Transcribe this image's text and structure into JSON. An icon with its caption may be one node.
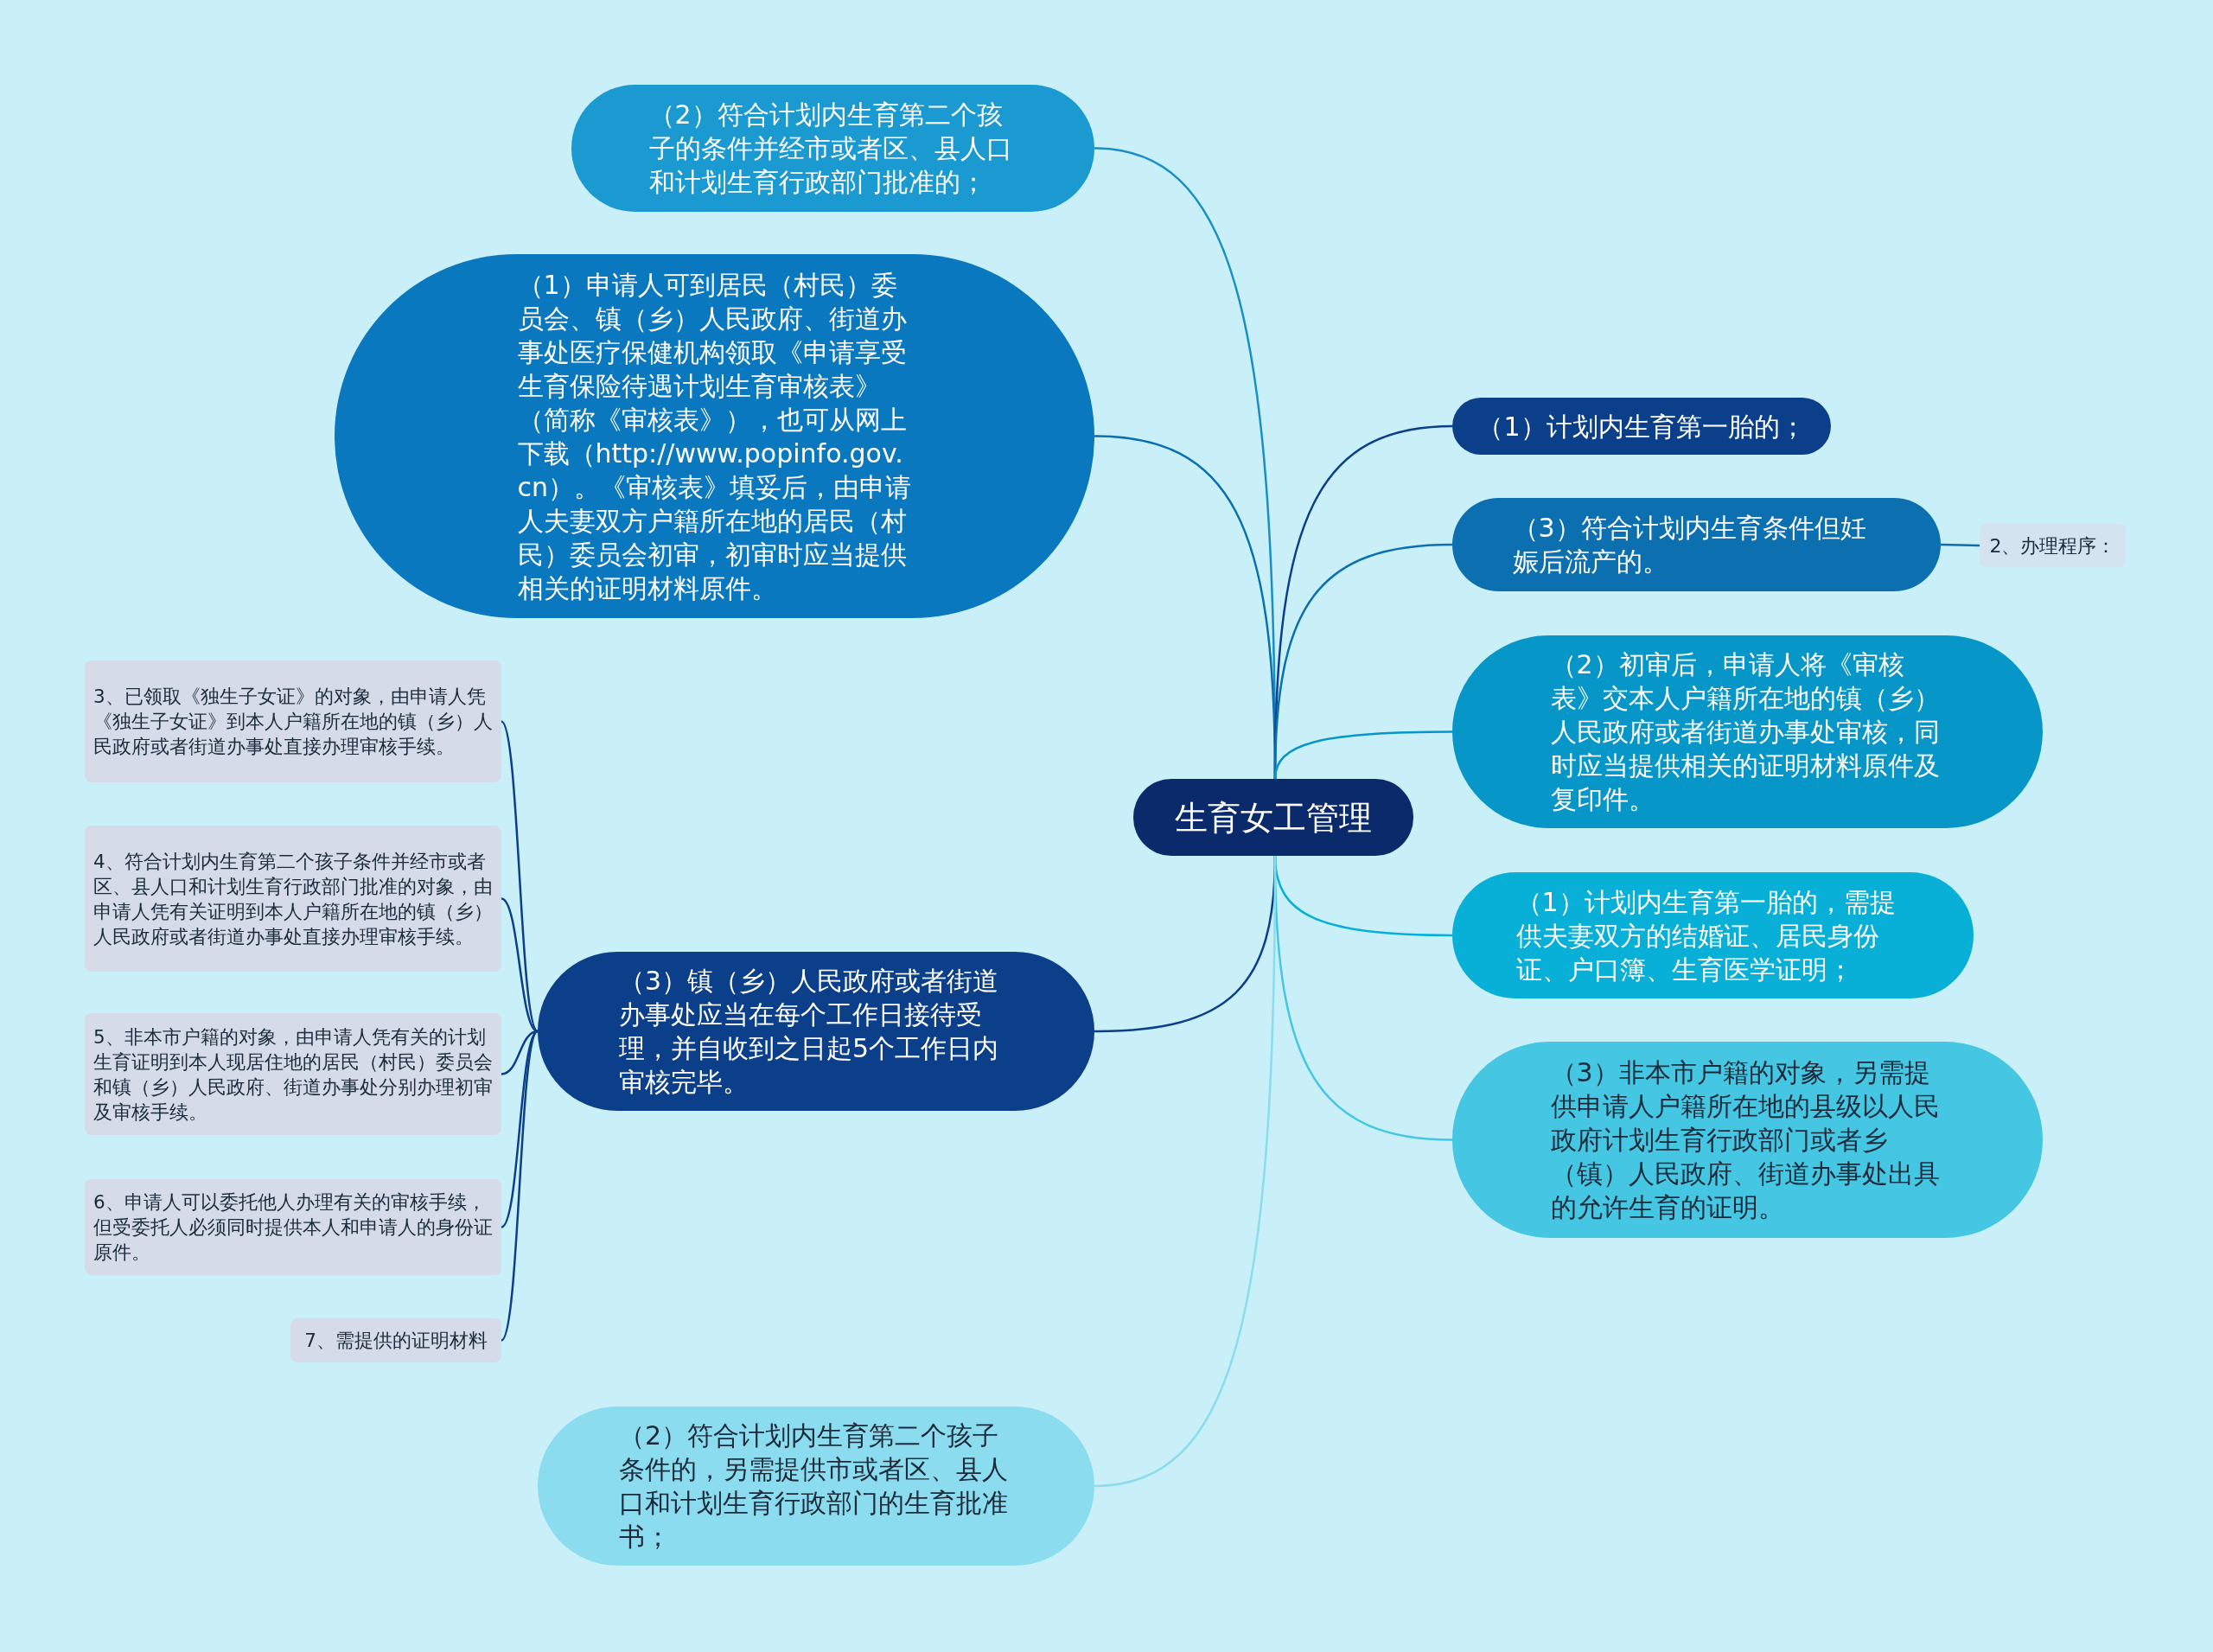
{
  "diagram": {
    "nodes": [
      {
        "text": [
          "生育女工管理"
        ]
      },
      {
        "text": [
          "（2）符合计划内生育第二个孩子的条件并经市或者区、县人口和计划生育行政部门批准的；"
        ]
      },
      {
        "text": [
          "（1）申请人可到居民（村民）委员会、镇（乡）人民政府、街道办事处医疗保健机构领取《申请享受生育保险待遇计划生育审核表》（简称《审核表》），也可从网上下载（http://www.popinfo.gov.cn）。《审核表》填妥后，由申请人夫妻双方户籍所在地的居民（村民）委员会初审，初审时应当提供相关的证明材料原件。"
        ]
      },
      {
        "text": [
          "（1）计划内生育第一胎的；"
        ]
      },
      {
        "text": [
          "（3）符合计划内生育条件但妊娠后流产的。"
        ]
      },
      {
        "text": [
          "2、办理程序："
        ]
      },
      {
        "text": [
          "（2）初审后，申请人将《审核表》交本人户籍所在地的镇（乡）人民政府或者街道办事处审核，同时应当提供相关的证明材料原件及复印件。"
        ]
      },
      {
        "text": [
          "（1）计划内生育第一胎的，需提供夫妻双方的结婚证、居民身份证、户口簿、生育医学证明；"
        ]
      },
      {
        "text": [
          "（3）非本市户籍的对象，另需提供申请人户籍所在地的县级以人民政府计划生育行政部门或者乡（镇）人民政府、街道办事处出具的允许生育的证明。"
        ]
      },
      {
        "text": [
          "（3）镇（乡）人民政府或者街道办事处应当在每个工作日接待受理，并自收到之日起5个工作日内审核完毕。"
        ]
      },
      {
        "text": [
          "3、已领取《独生子女证》的对象，由申请人凭《独生子女证》到本人户籍所在地的镇（乡）人民政府或者街道办事处直接办理审核手续。"
        ]
      },
      {
        "text": [
          "4、符合计划内生育第二个孩子条件并经市或者区、县人口和计划生育行政部门批准的对象，由申请人凭有关证明到本人户籍所在地的镇（乡）人民政府或者街道办事处直接办理审核手续。"
        ]
      },
      {
        "text": [
          "5、非本市户籍的对象，由申请人凭有关的计划生育证明到本人现居住地的居民（村民）委员会和镇（乡）人民政府、街道办事处分别办理初审及审核手续。"
        ]
      },
      {
        "text": [
          "6、申请人可以委托他人办理有关的审核手续，但受委托人必须同时提供本人和申请人的身份证原件。"
        ]
      },
      {
        "text": [
          "7、需提供的证明材料"
        ]
      },
      {
        "text": [
          "（2）符合计划内生育第二个孩子条件的，另需提供市或者区、县人口和计划生育行政部门的生育批准书；"
        ]
      }
    ],
    "edges": [
      {
        "from": 0,
        "to": 1,
        "arrow": "none",
        "color": "#1a8fc4"
      },
      {
        "from": 0,
        "to": 2,
        "arrow": "none",
        "color": "#0a6fae"
      },
      {
        "from": 0,
        "to": 3,
        "arrow": "none"
      },
      {
        "from": 0,
        "to": 4,
        "arrow": "none",
        "color": "#0b6fb0"
      },
      {
        "from": 4,
        "to": 5,
        "arrow": "none",
        "color": "#0b6fb0"
      },
      {
        "from": 0,
        "to": 6,
        "arrow": "none",
        "color": "#0796c8"
      },
      {
        "from": 0,
        "to": 7,
        "arrow": "none",
        "color": "#08b0d8"
      },
      {
        "from": 0,
        "to": 8,
        "arrow": "none",
        "color": "#45c6e2"
      },
      {
        "from": 0,
        "to": 9,
        "arrow": "none"
      },
      {
        "from": 9,
        "to": 10,
        "arrow": "none"
      },
      {
        "from": 9,
        "to": 11,
        "arrow": "none"
      },
      {
        "from": 9,
        "to": 12,
        "arrow": "none"
      },
      {
        "from": 9,
        "to": 13,
        "arrow": "none"
      },
      {
        "from": 9,
        "to": 14,
        "arrow": "none"
      },
      {
        "from": 0,
        "to": 15,
        "arrow": "none",
        "color": "#8adcee"
      }
    ]
  }
}
